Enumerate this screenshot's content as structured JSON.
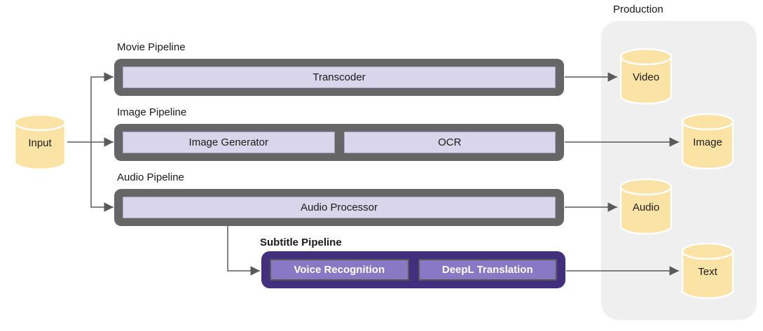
{
  "diagram": {
    "input": {
      "label": "Input"
    },
    "pipelines": {
      "movie": {
        "label": "Movie Pipeline",
        "stages": [
          "Transcoder"
        ]
      },
      "image": {
        "label": "Image Pipeline",
        "stages": [
          "Image Generator",
          "OCR"
        ]
      },
      "audio": {
        "label": "Audio Pipeline",
        "stages": [
          "Audio Processor"
        ]
      },
      "subtitle": {
        "label": "Subtitle Pipeline",
        "stages": [
          "Voice Recognition",
          "DeepL Translation"
        ]
      }
    },
    "production": {
      "label": "Production",
      "outputs": [
        "Video",
        "Image",
        "Audio",
        "Text"
      ]
    },
    "colors": {
      "pipeline_frame_gray": "#666666",
      "stage_lavender": "#D9D5EA",
      "subtitle_frame_purple": "#42307E",
      "subtitle_stage_purple": "#8779C3",
      "datastore_yellow": "#FAE3A4",
      "production_background": "#EFEFEF",
      "arrow_gray": "#595959"
    }
  }
}
